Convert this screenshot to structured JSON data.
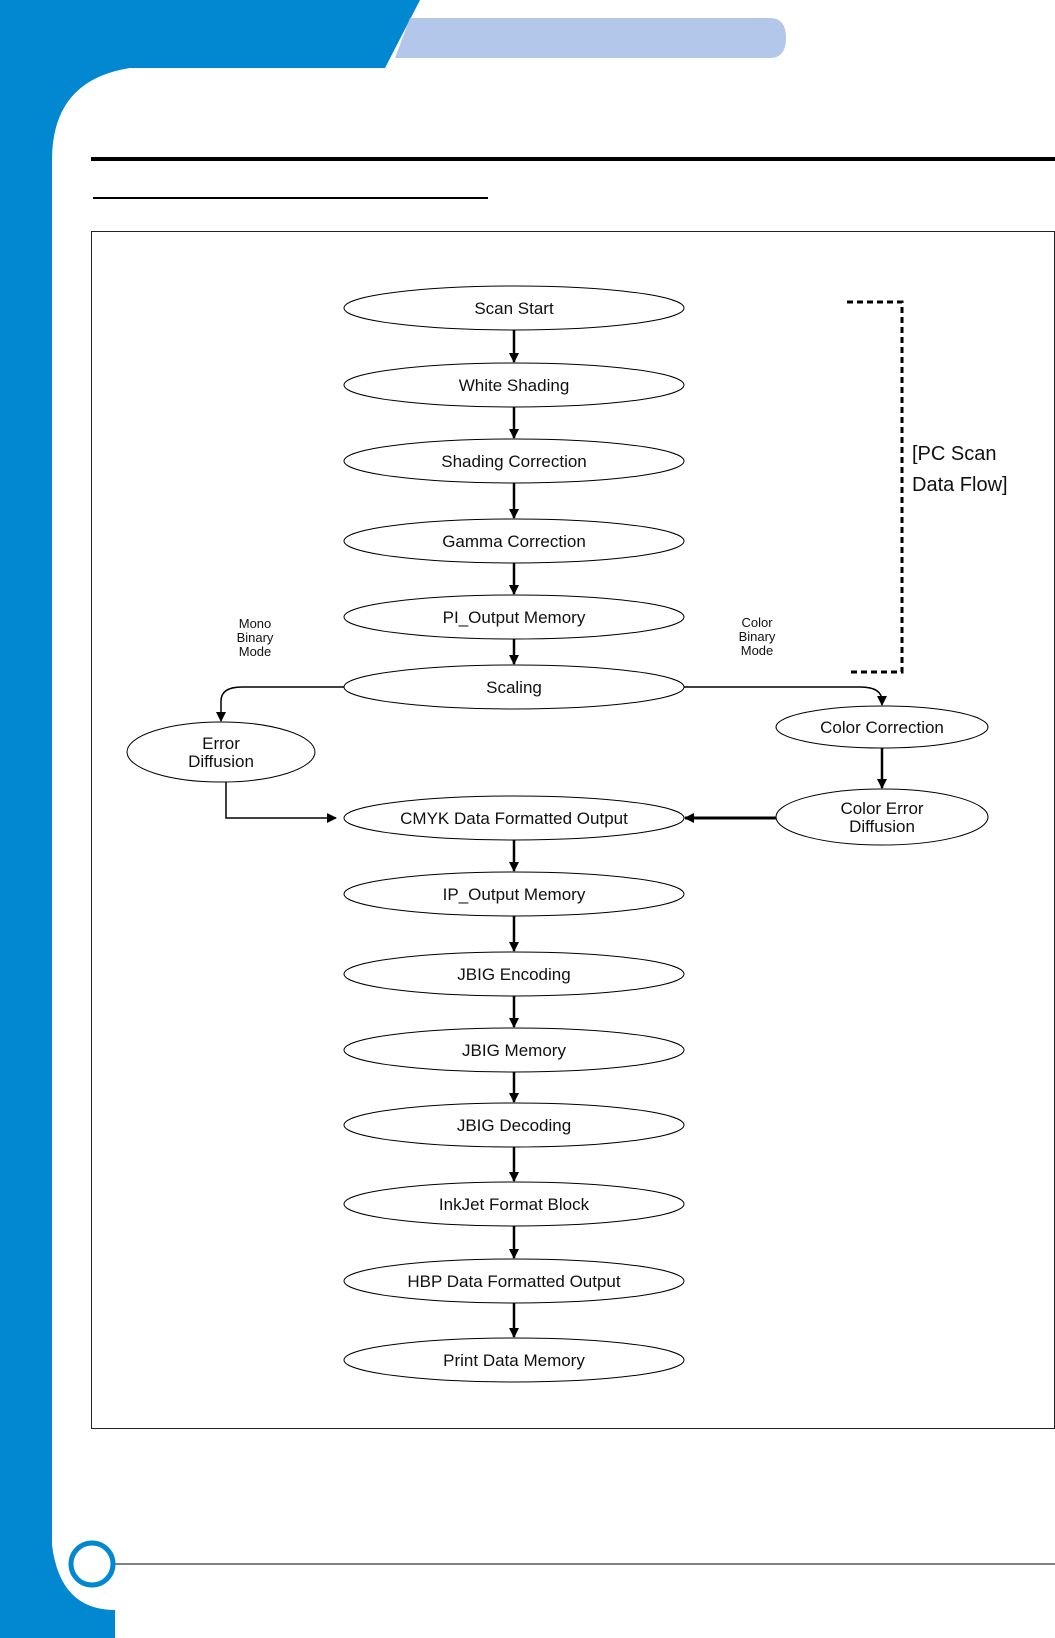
{
  "header": {
    "sidebar_color": "#0288d1",
    "tab_color": "#b3c7ea"
  },
  "diagram": {
    "main_flow": [
      {
        "id": "scan-start",
        "label": "Scan Start"
      },
      {
        "id": "white-shading",
        "label": "White Shading"
      },
      {
        "id": "shading-correction",
        "label": "Shading Correction"
      },
      {
        "id": "gamma-correction",
        "label": "Gamma Correction"
      },
      {
        "id": "pi-output-memory",
        "label": "PI_Output Memory"
      },
      {
        "id": "scaling",
        "label": "Scaling"
      }
    ],
    "output_flow": [
      {
        "id": "cmyk-data-formatted-output",
        "label": "CMYK Data Formatted Output"
      },
      {
        "id": "ip-output-memory",
        "label": "IP_Output Memory"
      },
      {
        "id": "jbig-encoding",
        "label": "JBIG Encoding"
      },
      {
        "id": "jbig-memory",
        "label": "JBIG Memory"
      },
      {
        "id": "jbig-decoding",
        "label": "JBIG Decoding"
      },
      {
        "id": "inkjet-format-block",
        "label": "InkJet Format Block"
      },
      {
        "id": "hbp-data-formatted-output",
        "label": "HBP Data Formatted Output"
      },
      {
        "id": "print-data-memory",
        "label": "Print Data Memory"
      }
    ],
    "mono_branch": {
      "mode_label": [
        "Mono",
        "Binary",
        "Mode"
      ],
      "node": [
        "Error",
        "Diffusion"
      ]
    },
    "color_branch": {
      "mode_label": [
        "Color",
        "Binary",
        "Mode"
      ],
      "nodes": [
        {
          "id": "color-correction",
          "label": [
            "Color Correction"
          ]
        },
        {
          "id": "color-error-diffusion",
          "label": [
            "Color Error",
            "Diffusion"
          ]
        }
      ]
    },
    "pc_scan_label": [
      "[PC Scan",
      "Data Flow]"
    ]
  }
}
